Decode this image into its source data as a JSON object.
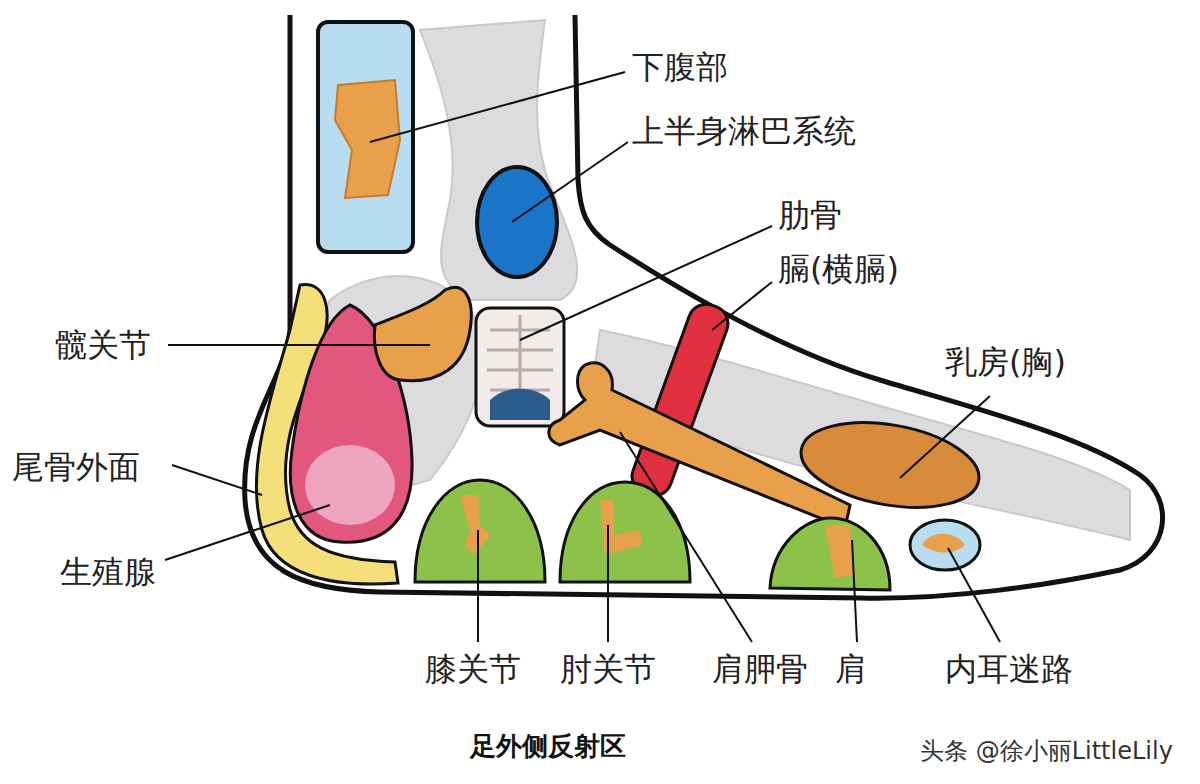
{
  "diagram": {
    "title": "足外侧反射区",
    "labels": [
      "下腹部",
      "上半身淋巴系统",
      "肋骨",
      "膈(横膈)",
      "髋关节",
      "乳房(胸)",
      "尾骨外面",
      "生殖腺",
      "膝关节",
      "肘关节",
      "肩胛骨",
      "肩",
      "内耳迷路",
      "头条 @徐小丽LittleLily"
    ]
  }
}
